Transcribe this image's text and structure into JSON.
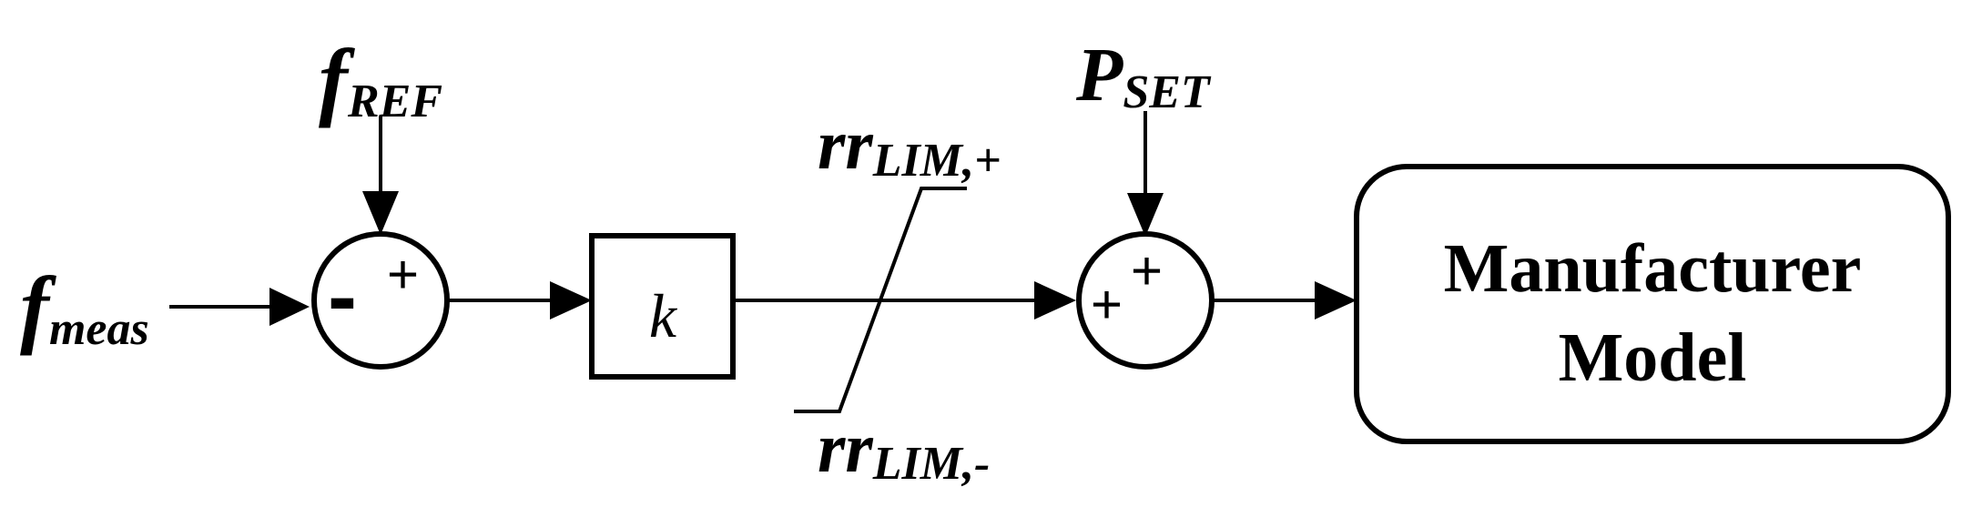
{
  "inputs": {
    "f_meas": {
      "main": "f",
      "sub": "meas"
    },
    "f_ref": {
      "main": "f",
      "sub": "REF"
    },
    "p_set": {
      "main": "P",
      "sub": "SET"
    }
  },
  "sum1": {
    "sign_top": "+",
    "sign_left": "-"
  },
  "gain": {
    "label": "k"
  },
  "limiter": {
    "upper": {
      "main": "rr",
      "sub": "LIM,+"
    },
    "lower": {
      "main": "rr",
      "sub": "LIM,-"
    }
  },
  "sum2": {
    "sign_top": "+",
    "sign_left": "+"
  },
  "model": {
    "line1": "Manufacturer",
    "line2": "Model"
  }
}
